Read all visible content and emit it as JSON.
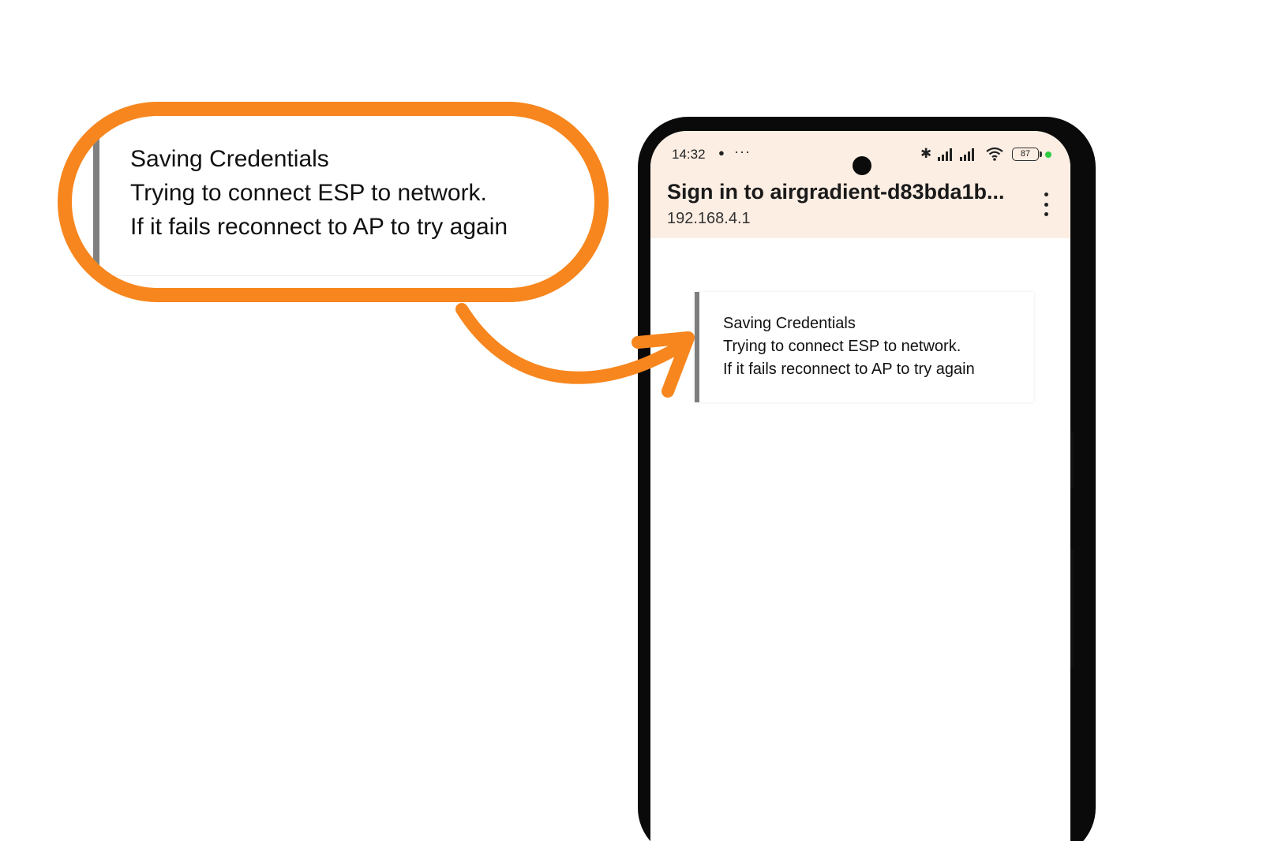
{
  "callout": {
    "lines": [
      "Saving Credentials",
      "Trying to connect ESP to network.",
      "If it fails reconnect to AP to try again"
    ],
    "accent_color": "#f7861e"
  },
  "phone": {
    "status_bar": {
      "time": "14:32",
      "left_icons": [
        "chat-bubble-icon",
        "more-dots-icon"
      ],
      "right_icons": [
        "bluetooth-icon",
        "cell-signal-icon",
        "cell-signal-icon",
        "wifi-icon",
        "battery-icon"
      ],
      "battery_level": "87",
      "battery_percent": 87,
      "more_glyph": "···",
      "bluetooth_glyph": "✱"
    },
    "captive_portal": {
      "title": "Sign in to airgradient-d83bda1b...",
      "url": "192.168.4.1",
      "header_bg": "#fdeee4",
      "menu_icon": "more-vert-icon"
    },
    "message": {
      "lines": [
        "Saving Credentials",
        "Trying to connect ESP to network.",
        "If it fails reconnect to AP to try again"
      ]
    }
  }
}
